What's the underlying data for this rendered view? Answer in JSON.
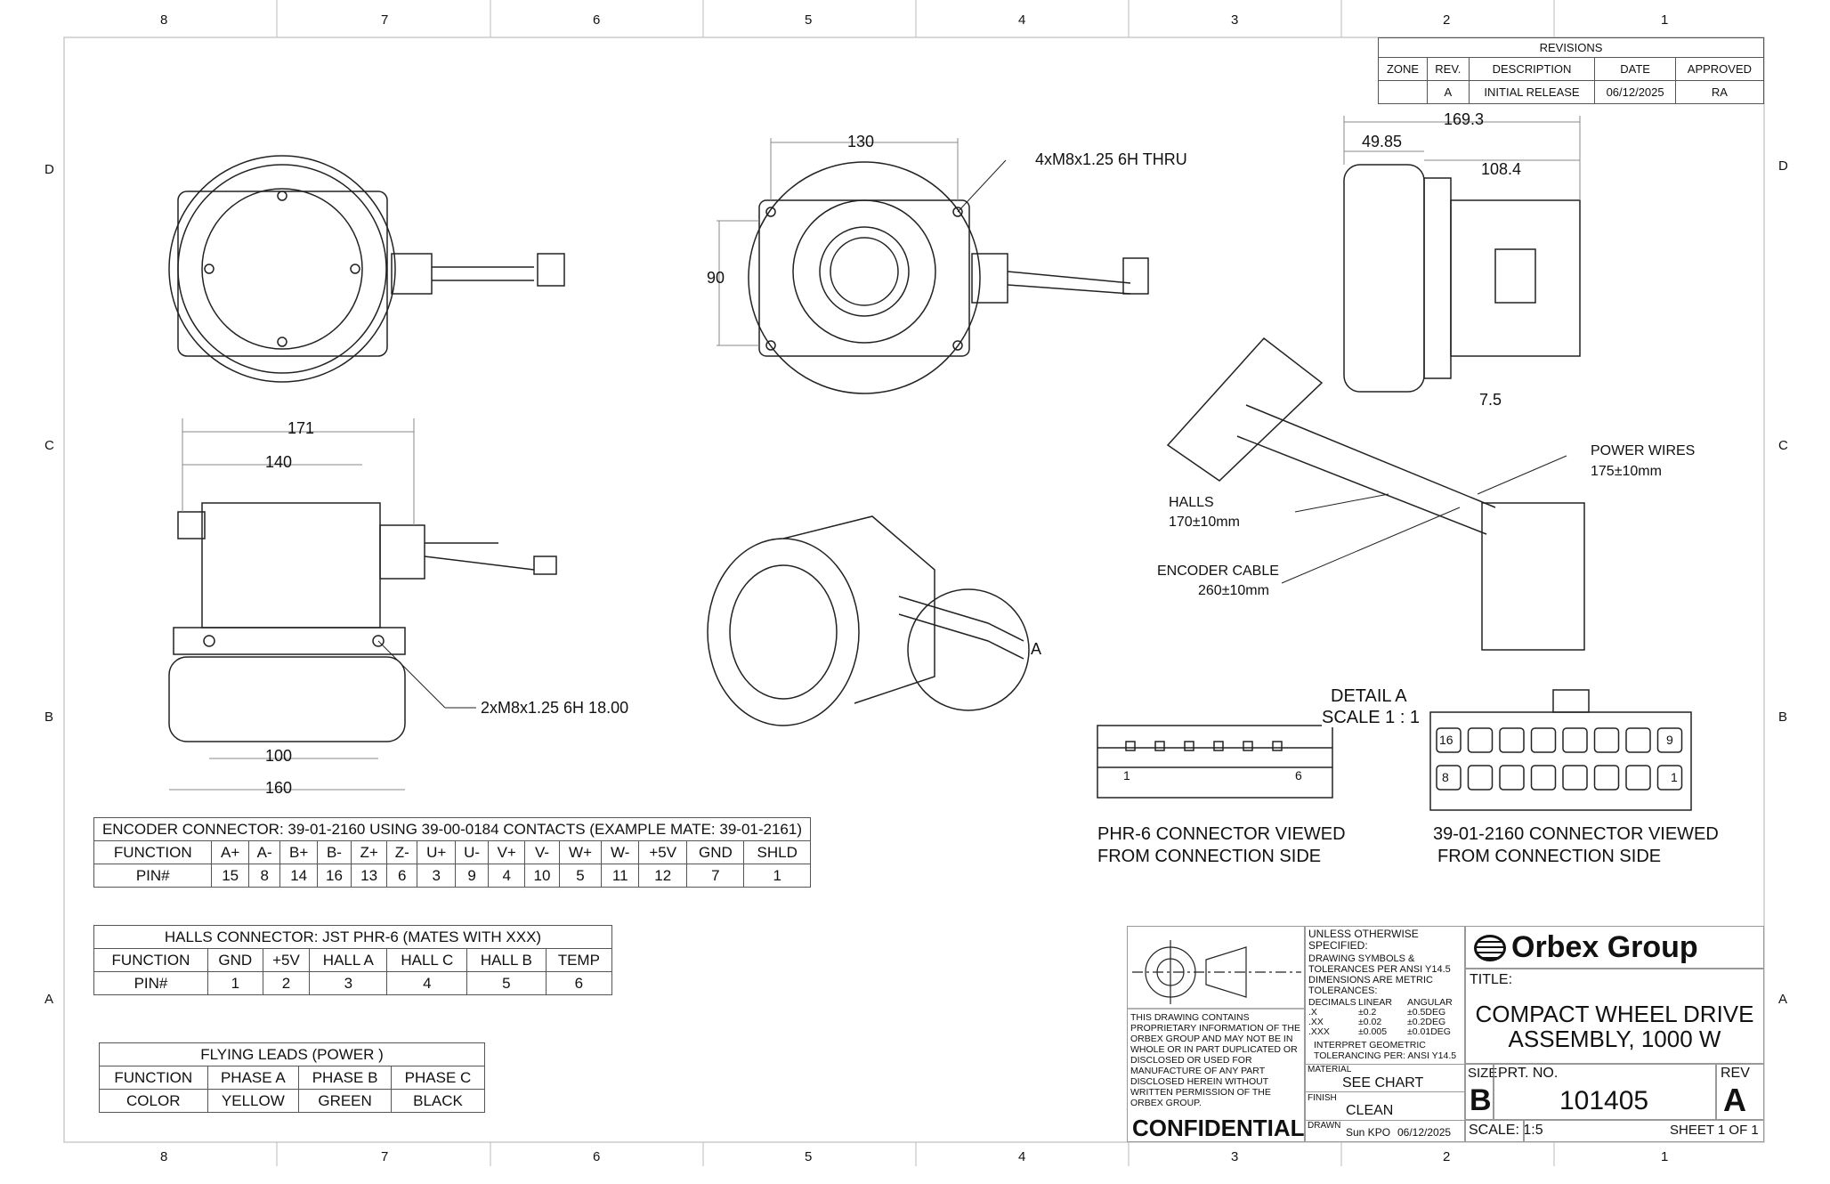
{
  "zones": {
    "columns": [
      "8",
      "7",
      "6",
      "5",
      "4",
      "3",
      "2",
      "1"
    ],
    "rows": [
      "D",
      "C",
      "B",
      "A"
    ]
  },
  "revisions": {
    "title": "REVISIONS",
    "headers": [
      "ZONE",
      "REV.",
      "DESCRIPTION",
      "DATE",
      "APPROVED"
    ],
    "row": [
      "",
      "A",
      "INITIAL RELEASE",
      "06/12/2025",
      "RA"
    ]
  },
  "dims": {
    "d130": "130",
    "d90": "90",
    "thru": "4xM8x1.25 6H THRU",
    "d169": "169.3",
    "d4985": "49.85",
    "d1084": "108.4",
    "d75": "7.5",
    "d171": "171",
    "d140": "140",
    "d100": "100",
    "d160": "160",
    "m8": "2xM8x1.25 6H 18.00",
    "detail_callout": "A"
  },
  "callouts": {
    "power": "POWER WIRES",
    "power_len": "175±10mm",
    "halls": "HALLS",
    "halls_len": "170±10mm",
    "encoder": "ENCODER CABLE",
    "encoder_len": "260±10mm"
  },
  "detail": {
    "title": "DETAIL A",
    "scale": "SCALE 1 : 1",
    "phr_caption1": "PHR-6 CONNECTOR VIEWED",
    "phr_caption2": "FROM CONNECTION SIDE",
    "phr_pin_first": "1",
    "phr_pin_last": "6",
    "mx_caption1": "39-01-2160 CONNECTOR VIEWED",
    "mx_caption2": "FROM CONNECTION SIDE",
    "mx_pins": [
      "16",
      "9",
      "8",
      "1"
    ]
  },
  "encoder_table": {
    "title": "ENCODER CONNECTOR: 39-01-2160 USING 39-00-0184 CONTACTS (EXAMPLE MATE: 39-01-2161)",
    "row_labels": [
      "FUNCTION",
      "PIN#"
    ],
    "functions": [
      "A+",
      "A-",
      "B+",
      "B-",
      "Z+",
      "Z-",
      "U+",
      "U-",
      "V+",
      "V-",
      "W+",
      "W-",
      "+5V",
      "GND",
      "SHLD"
    ],
    "pins": [
      "15",
      "8",
      "14",
      "16",
      "13",
      "6",
      "3",
      "9",
      "4",
      "10",
      "5",
      "11",
      "12",
      "7",
      "1"
    ]
  },
  "halls_table": {
    "title": "HALLS CONNECTOR: JST PHR-6 (MATES WITH XXX)",
    "row_labels": [
      "FUNCTION",
      "PIN#"
    ],
    "functions": [
      "GND",
      "+5V",
      "HALL A",
      "HALL C",
      "HALL B",
      "TEMP"
    ],
    "pins": [
      "1",
      "2",
      "3",
      "4",
      "5",
      "6"
    ]
  },
  "leads_table": {
    "title": "FLYING LEADS (POWER )",
    "row_labels": [
      "FUNCTION",
      "COLOR"
    ],
    "functions": [
      "PHASE A",
      "PHASE B",
      "PHASE C"
    ],
    "colors": [
      "YELLOW",
      "GREEN",
      "BLACK"
    ]
  },
  "title_block": {
    "unless": "UNLESS OTHERWISE SPECIFIED:",
    "symbols": "DRAWING SYMBOLS & TOLERANCES PER ANSI Y14.5 DIMENSIONS ARE METRIC TOLERANCES:",
    "tol_headers": [
      "DECIMALS",
      "LINEAR",
      "ANGULAR"
    ],
    "tol_rows": [
      [
        ".X",
        "±0.2",
        "±0.5DEG"
      ],
      [
        ".XX",
        "±0.02",
        "±0.2DEG"
      ],
      [
        ".XXX",
        "±0.005",
        "±0.01DEG"
      ]
    ],
    "interpret": "INTERPRET GEOMETRIC TOLERANCING PER: ANSI Y14.5",
    "proprietary": "THIS DRAWING CONTAINS PROPRIETARY INFORMATION OF THE ORBEX GROUP AND MAY NOT BE IN WHOLE OR IN PART DUPLICATED OR DISCLOSED OR USED FOR MANUFACTURE OF ANY PART DISCLOSED HEREIN WITHOUT WRITTEN PERMISSION OF THE ORBEX GROUP.",
    "confidential": "CONFIDENTIAL",
    "material_label": "MATERIAL",
    "material": "SEE CHART",
    "finish_label": "FINISH",
    "finish": "CLEAN",
    "drawn_label": "DRAWN",
    "drawn_by": "Sun KPO",
    "drawn_date": "06/12/2025",
    "company": "Orbex Group",
    "title_label": "TITLE:",
    "title1": "COMPACT WHEEL DRIVE",
    "title2": "ASSEMBLY, 1000 W",
    "size_label": "SIZE",
    "size": "B",
    "part_label": "PRT.  NO.",
    "part_no": "101405",
    "rev_label": "REV",
    "rev": "A",
    "scale": "SCALE: 1:5",
    "sheet": "SHEET 1 OF 1"
  }
}
